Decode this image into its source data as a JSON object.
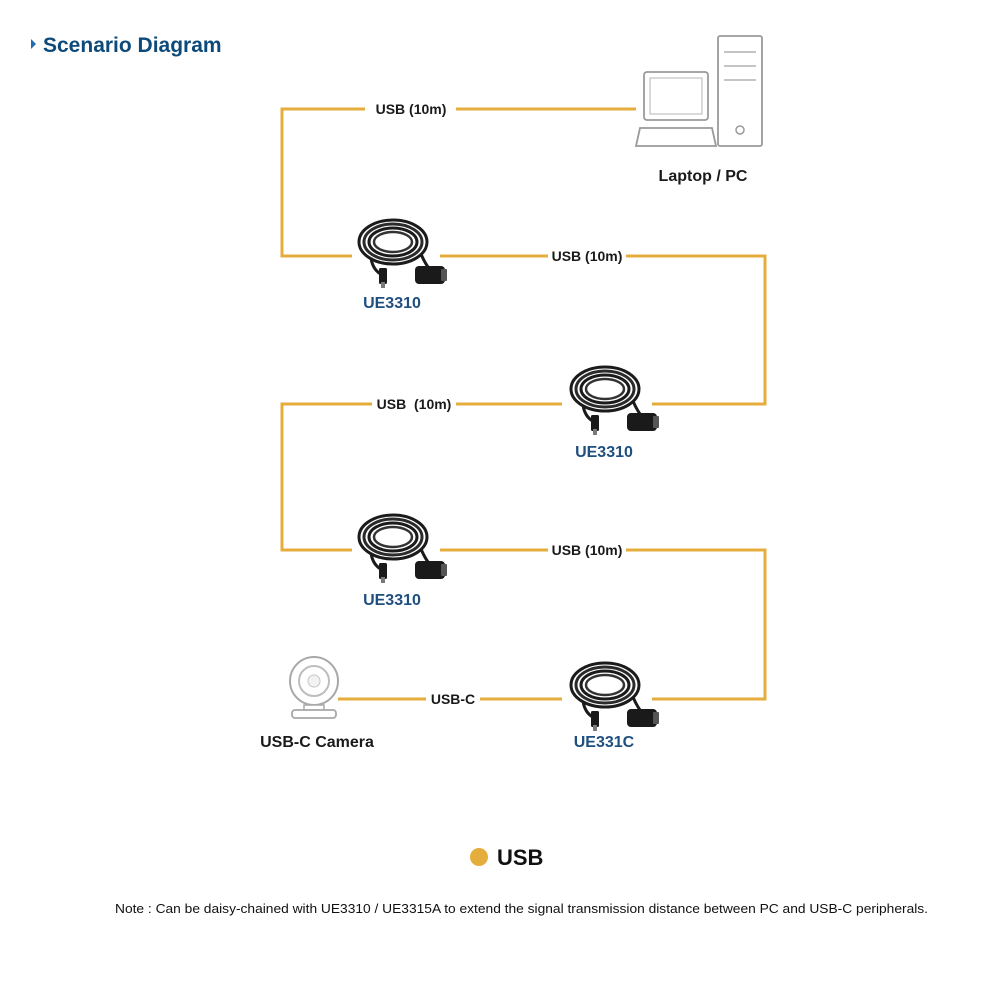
{
  "title": "Scenario Diagram",
  "colors": {
    "title": "#0d4a7a",
    "cable_line": "#e5ad3c",
    "product_label": "#1f4f7f",
    "device_label": "#1a1a1a",
    "legend_dot": "#e5ad3c"
  },
  "icons": {
    "computer": "desktop-pc-icon",
    "cable": "usb-extension-cable-icon",
    "camera": "webcam-icon"
  },
  "devices": {
    "pc": "Laptop / PC",
    "extender_1": "UE3310",
    "extender_2": "UE3310",
    "extender_3": "UE3310",
    "adapter": "UE331C",
    "camera": "USB-C Camera"
  },
  "connections": {
    "pc_to_ext1": "USB (10m)",
    "ext1_to_ext2": "USB (10m)",
    "ext2_to_ext3": "USB  (10m)",
    "ext3_to_adapter": "USB (10m)",
    "adapter_to_camera": "USB-C"
  },
  "legend": {
    "label": "USB"
  },
  "note": "Note : Can be daisy-chained with UE3310 / UE3315A to extend the signal transmission distance between PC and USB-C peripherals."
}
